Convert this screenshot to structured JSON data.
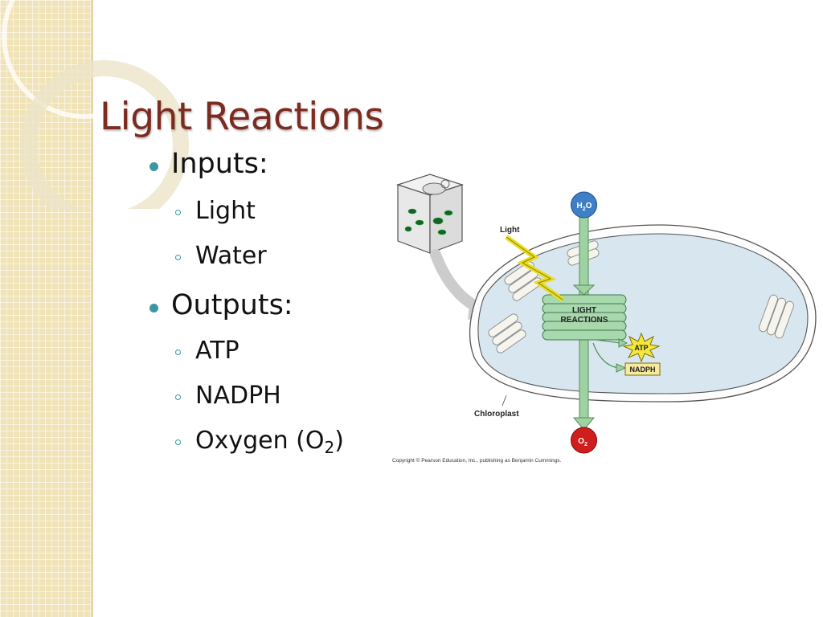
{
  "slide": {
    "title": "Light Reactions",
    "inputs": {
      "heading": "Inputs:",
      "items": [
        "Light",
        "Water"
      ]
    },
    "outputs": {
      "heading": "Outputs:",
      "items": [
        "ATP",
        "NADPH"
      ],
      "oxygen_prefix": "Oxygen (O",
      "oxygen_sub": "2",
      "oxygen_suffix": ")"
    }
  },
  "diagram": {
    "h2o_label_main": "H",
    "h2o_label_sub": "2",
    "h2o_label_tail": "O",
    "o2_label_main": "O",
    "o2_label_sub": "2",
    "light_label": "Light",
    "reaction_line1": "LIGHT",
    "reaction_line2": "REACTIONS",
    "atp_label": "ATP",
    "nadph_label": "NADPH",
    "chloroplast_label": "Chloroplast",
    "copyright": "Copyright © Pearson Education, Inc., publishing as Benjamin Cummings."
  },
  "colors": {
    "title": "#7b2b20",
    "bullet": "#3a97a3",
    "sidebar": "#f1e3b8",
    "stroma": "#d8e6ef",
    "arrow": "#9fd2a3",
    "h2o_circle": "#3f7fc6",
    "o2_circle": "#d01d1d",
    "atp_star": "#f4e83a",
    "nadph_box": "#f6ea9c"
  }
}
